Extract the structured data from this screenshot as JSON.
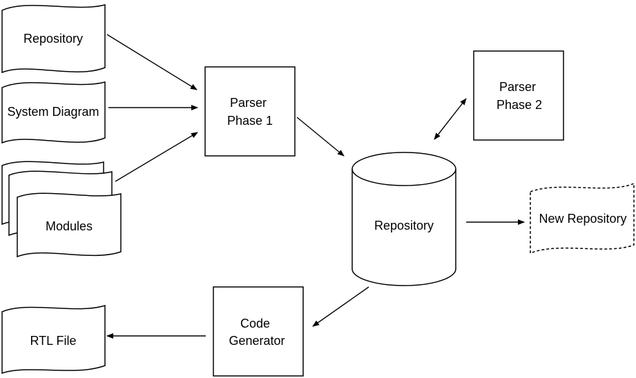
{
  "nodes": {
    "repository_input": "Repository",
    "system_diagram": "System Diagram",
    "modules": "Modules",
    "parser_phase_1": [
      "Parser",
      "Phase 1"
    ],
    "parser_phase_2": [
      "Parser",
      "Phase 2"
    ],
    "repository_db": "Repository",
    "new_repository": "New Repository",
    "code_generator": [
      "Code",
      "Generator"
    ],
    "rtl_file": "RTL File"
  },
  "edges": [
    {
      "from": "Repository",
      "to": "Parser Phase 1",
      "direction": "forward"
    },
    {
      "from": "System Diagram",
      "to": "Parser Phase 1",
      "direction": "forward"
    },
    {
      "from": "Modules",
      "to": "Parser Phase 1",
      "direction": "forward"
    },
    {
      "from": "Parser Phase 1",
      "to": "Repository",
      "direction": "forward"
    },
    {
      "from": "Parser Phase 2",
      "to": "Repository",
      "direction": "bidirectional"
    },
    {
      "from": "Repository",
      "to": "New Repository",
      "direction": "forward"
    },
    {
      "from": "Repository",
      "to": "Code Generator",
      "direction": "forward"
    },
    {
      "from": "Code Generator",
      "to": "RTL File",
      "direction": "forward"
    }
  ],
  "colors": {
    "stroke": "#000000",
    "fill": "#ffffff",
    "text": "#000000"
  }
}
